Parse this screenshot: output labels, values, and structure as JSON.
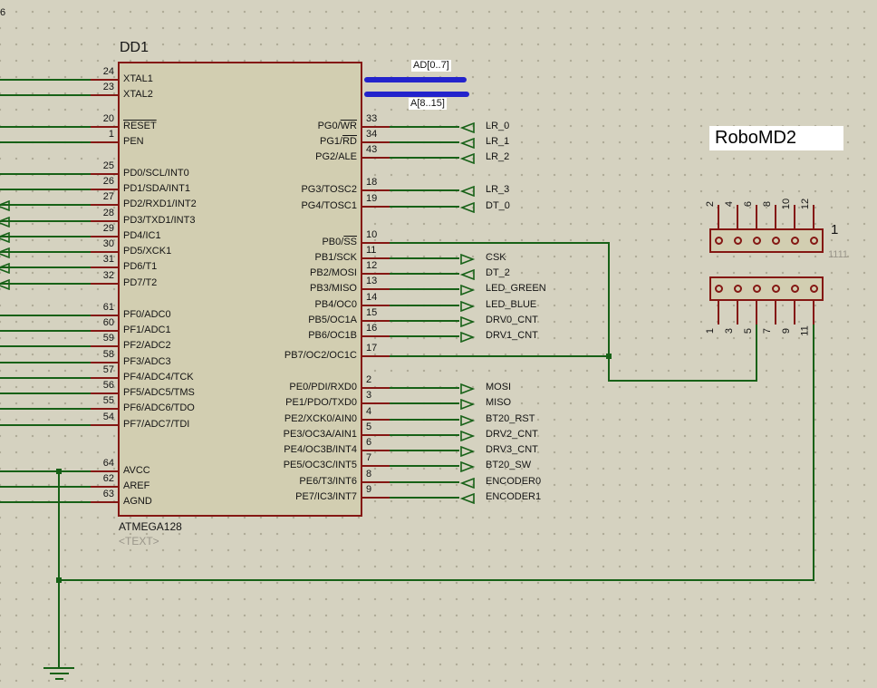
{
  "colors": {
    "background": "#d5d2c0",
    "grid_dot": "#aeaa97",
    "wire": "#176117",
    "component": "#841713",
    "component_fill": "#d2ceb1",
    "bus": "#2323cc",
    "text": "#141414",
    "muted_text": "#9a968a"
  },
  "corner_text": "6",
  "chip": {
    "designator": "DD1",
    "part_number": "ATMEGA128",
    "text_placeholder": "<TEXT>",
    "left_pins": [
      {
        "number": "24",
        "name_pre": "XTAL1"
      },
      {
        "number": "23",
        "name_pre": "XTAL2"
      },
      {
        "number": "20",
        "name_over": "RESET"
      },
      {
        "number": "1",
        "name_pre": "PEN"
      },
      {
        "number": "25",
        "name_pre": "PD0/SCL/INT0"
      },
      {
        "number": "26",
        "name_pre": "PD1/SDA/INT1"
      },
      {
        "number": "27",
        "name_pre": "PD2/RXD1/INT2"
      },
      {
        "number": "28",
        "name_pre": "PD3/TXD1/INT3"
      },
      {
        "number": "29",
        "name_pre": "PD4/IC1"
      },
      {
        "number": "30",
        "name_pre": "PD5/XCK1"
      },
      {
        "number": "31",
        "name_pre": "PD6/T1"
      },
      {
        "number": "32",
        "name_pre": "PD7/T2"
      },
      {
        "number": "61",
        "name_pre": "PF0/ADC0"
      },
      {
        "number": "60",
        "name_pre": "PF1/ADC1"
      },
      {
        "number": "59",
        "name_pre": "PF2/ADC2"
      },
      {
        "number": "58",
        "name_pre": "PF3/ADC3"
      },
      {
        "number": "57",
        "name_pre": "PF4/ADC4/TCK"
      },
      {
        "number": "56",
        "name_pre": "PF5/ADC5/TMS"
      },
      {
        "number": "55",
        "name_pre": "PF6/ADC6/TDO"
      },
      {
        "number": "54",
        "name_pre": "PF7/ADC7/TDI"
      },
      {
        "number": "64",
        "name_pre": "AVCC"
      },
      {
        "number": "62",
        "name_pre": "AREF"
      },
      {
        "number": "63",
        "name_pre": "AGND"
      }
    ],
    "right_pins": [
      {
        "number": "33",
        "name_pre": "PG0/",
        "name_over": "WR",
        "terminal": "LR_0",
        "dir": "in"
      },
      {
        "number": "34",
        "name_pre": "PG1/",
        "name_over": "RD",
        "terminal": "LR_1",
        "dir": "in"
      },
      {
        "number": "43",
        "name_pre": "PG2/ALE",
        "terminal": "LR_2",
        "dir": "in"
      },
      {
        "number": "18",
        "name_pre": "PG3/TOSC2",
        "terminal": "LR_3",
        "dir": "in"
      },
      {
        "number": "19",
        "name_pre": "PG4/TOSC1",
        "terminal": "DT_0",
        "dir": "in"
      },
      {
        "number": "10",
        "name_pre": "PB0/",
        "name_over": "SS"
      },
      {
        "number": "11",
        "name_pre": "PB1/SCK",
        "terminal": "CSK",
        "dir": "out"
      },
      {
        "number": "12",
        "name_pre": "PB2/MOSI",
        "terminal": "DT_2",
        "dir": "in"
      },
      {
        "number": "13",
        "name_pre": "PB3/MISO",
        "terminal": "LED_GREEN",
        "dir": "out"
      },
      {
        "number": "14",
        "name_pre": "PB4/OC0",
        "terminal": "LED_BLUE",
        "dir": "out"
      },
      {
        "number": "15",
        "name_pre": "PB5/OC1A",
        "terminal": "DRV0_CNT",
        "dir": "out"
      },
      {
        "number": "16",
        "name_pre": "PB6/OC1B",
        "terminal": "DRV1_CNT",
        "dir": "out"
      },
      {
        "number": "17",
        "name_pre": "PB7/OC2/OC1C"
      },
      {
        "number": "2",
        "name_pre": "PE0/PDI/RXD0",
        "terminal": "MOSI",
        "dir": "out"
      },
      {
        "number": "3",
        "name_pre": "PE1/PDO/TXD0",
        "terminal": "MISO",
        "dir": "out"
      },
      {
        "number": "4",
        "name_pre": "PE2/XCK0/AIN0",
        "terminal": "BT20_RST",
        "dir": "out"
      },
      {
        "number": "5",
        "name_pre": "PE3/OC3A/AIN1",
        "terminal": "DRV2_CNT",
        "dir": "out"
      },
      {
        "number": "6",
        "name_pre": "PE4/OC3B/INT4",
        "terminal": "DRV3_CNT",
        "dir": "out"
      },
      {
        "number": "7",
        "name_pre": "PE5/OC3C/INT5",
        "terminal": "BT20_SW",
        "dir": "out"
      },
      {
        "number": "8",
        "name_pre": "PE6/T3/INT6",
        "terminal": "ENCODER0",
        "dir": "in"
      },
      {
        "number": "9",
        "name_pre": "PE7/IC3/INT7",
        "terminal": "ENCODER1",
        "dir": "in"
      }
    ]
  },
  "buses": {
    "bus1_label": "AD[0..7]",
    "bus2_label": "A[8..15]"
  },
  "module_label": "RoboMD2",
  "connector": {
    "designator": "1",
    "value": "1111",
    "top_pin_numbers": [
      "2",
      "4",
      "6",
      "8",
      "10",
      "12"
    ],
    "bottom_pin_numbers": [
      "1",
      "3",
      "5",
      "7",
      "9",
      "11"
    ]
  }
}
